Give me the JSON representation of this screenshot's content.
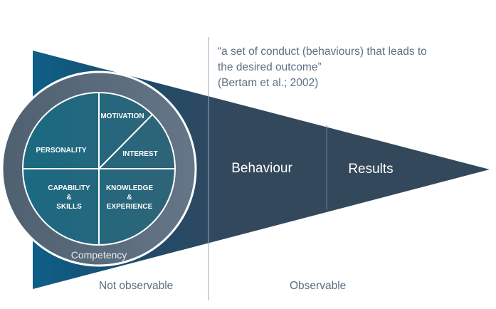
{
  "quote": {
    "line1": "“a set of conduct (behaviours) that leads to",
    "line2": "the desired outcome”",
    "citation": "(Bertam et al.; 2002)"
  },
  "wedge": {
    "behaviour_label": "Behaviour",
    "results_label": "Results"
  },
  "circle": {
    "ring_label": "Competency",
    "segments": {
      "motivation": "MOTIVATION",
      "interest": "INTEREST",
      "personality": "PERSONALITY",
      "capability_line1": "CAPABILITY",
      "capability_line2": "&",
      "capability_line3": "SKILLS",
      "knowledge_line1": "KNOWLEDGE",
      "knowledge_line2": "&",
      "knowledge_line3": "EXPERIENCE"
    }
  },
  "bottom": {
    "not_observable": "Not observable",
    "observable": "Observable"
  },
  "colors": {
    "wedge_dark": "#34485c",
    "wedge_blue": "#0c5b82",
    "ring": "#5d6f80",
    "inner_teal": "#1f6e86",
    "divider": "#6f8090",
    "text_muted": "#5d6f80"
  }
}
